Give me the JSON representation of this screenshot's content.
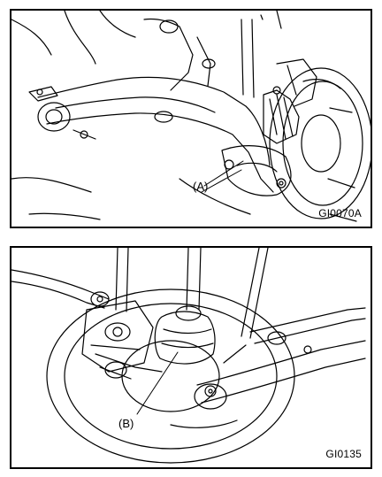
{
  "figures": [
    {
      "callout": "(A)",
      "code": "GI0070A"
    },
    {
      "callout": "(B)",
      "code": "GI0135"
    }
  ],
  "colors": {
    "line": "#000000",
    "background": "#ffffff"
  }
}
